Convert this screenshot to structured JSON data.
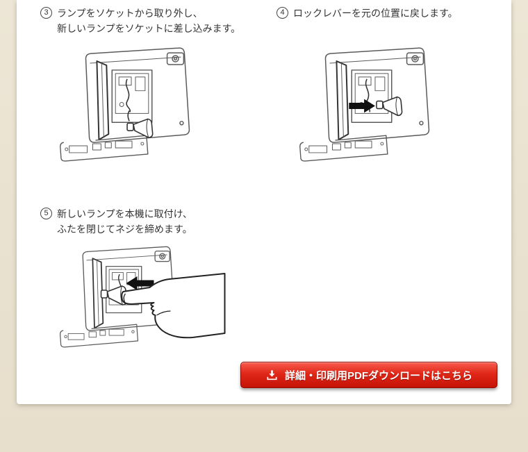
{
  "page": {
    "background_color": "#eae2d1",
    "panel_color": "#ffffff",
    "text_color": "#333333"
  },
  "steps": [
    {
      "number": "3",
      "line1": "ランプをソケットから取り外し、",
      "line2": "新しいランプをソケットに差し込みます。",
      "illustration": "lamp-removed-from-socket-illustration"
    },
    {
      "number": "4",
      "line1": "ロックレバーを元の位置に戻します。",
      "illustration": "lock-lever-return-illustration"
    },
    {
      "number": "5",
      "line1": "新しいランプを本機に取付け、",
      "line2": "ふたを閉じてネジを締めます。",
      "illustration": "attach-lamp-close-cover-hand-illustration"
    }
  ],
  "download_button": {
    "icon": "pdf-download-icon",
    "label": "詳細・印刷用PDFダウンロードはこちら",
    "background_color": "#e0221a",
    "border_color": "#8f0b04",
    "text_color": "#ffffff"
  }
}
